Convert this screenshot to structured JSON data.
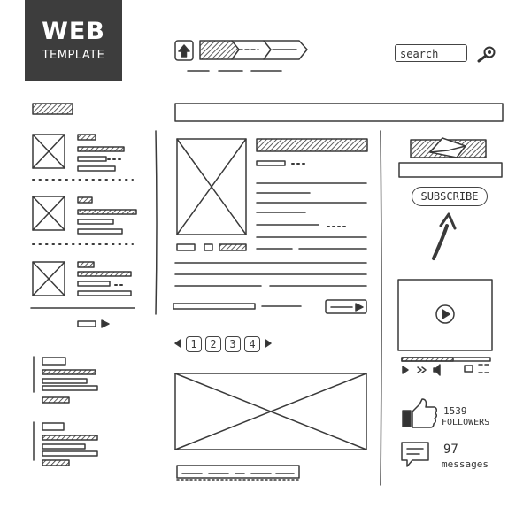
{
  "logo": {
    "title": "WEB",
    "subtitle": "TEMPLATE"
  },
  "header": {
    "search_placeholder": "search"
  },
  "sidebar_right": {
    "subscribe_label": "SUBSCRIBE",
    "followers_count": "1539",
    "followers_label": "FOLLOWERS",
    "messages_count": "97",
    "messages_label": "messages"
  },
  "pagination": {
    "pages": [
      "1",
      "2",
      "3",
      "4"
    ]
  }
}
